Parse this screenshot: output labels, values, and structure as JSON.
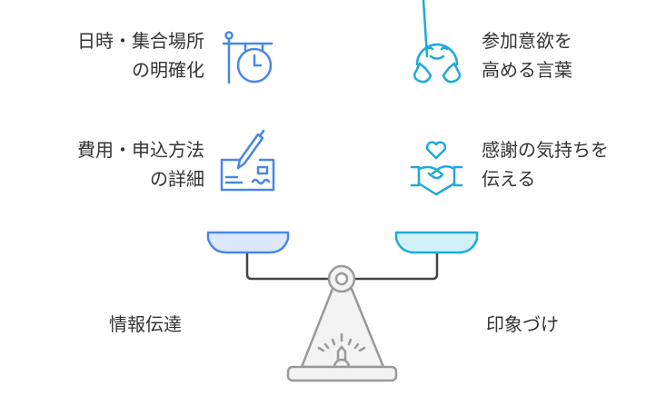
{
  "left_items": [
    {
      "lines": [
        "日時・集合場所",
        "の明確化"
      ],
      "icon": "signboard-clock-icon"
    },
    {
      "lines": [
        "費用・申込方法",
        "の詳細"
      ],
      "icon": "check-writing-icon"
    }
  ],
  "right_items": [
    {
      "lines": [
        "参加意欲を",
        "高める言葉"
      ],
      "icon": "happy-face-hug-icon"
    },
    {
      "lines": [
        "感謝の気持ちを",
        "伝える"
      ],
      "icon": "handshake-heart-icon"
    }
  ],
  "scale": {
    "left_label": "情報伝達",
    "right_label": "印象づけ"
  },
  "colors": {
    "left": "#4a86e8",
    "right": "#1fa9db",
    "left_fill": "#dce8fc",
    "right_fill": "#d2f2fb",
    "neutral": "#999999"
  }
}
